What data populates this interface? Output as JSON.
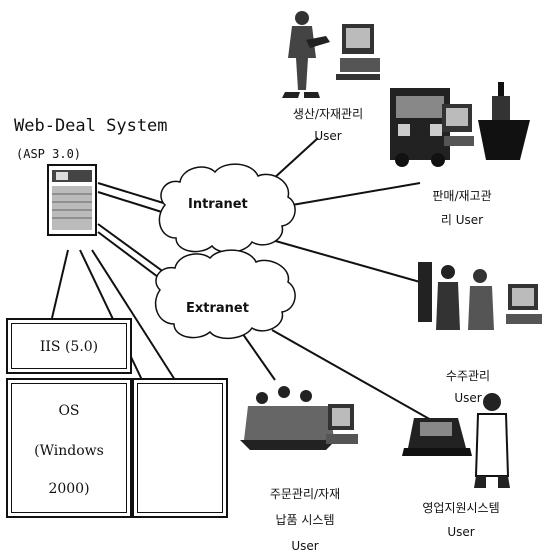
{
  "server": {
    "title": "Web-Deal System",
    "subtitle": "(ASP 3.0)"
  },
  "stack": {
    "iis": "IIS (5.0)",
    "os_line1": "OS",
    "os_line2": "(Windows",
    "os_line3": "2000)"
  },
  "clouds": {
    "intranet": "Intranet",
    "extranet": "Extranet"
  },
  "users": {
    "production": {
      "line1": "생산/자재관리",
      "line2": "User"
    },
    "sales_inventory": {
      "line1": "판매/재고관",
      "line2": "리 User"
    },
    "order_receiving": {
      "line1": "수주관리",
      "line2": "User"
    },
    "order_delivery": {
      "line1": "주문관리/자재",
      "line2": "납품 시스템",
      "line3": "User"
    },
    "sales_support": {
      "line1": "영업지원시스템",
      "line2": "User"
    }
  }
}
